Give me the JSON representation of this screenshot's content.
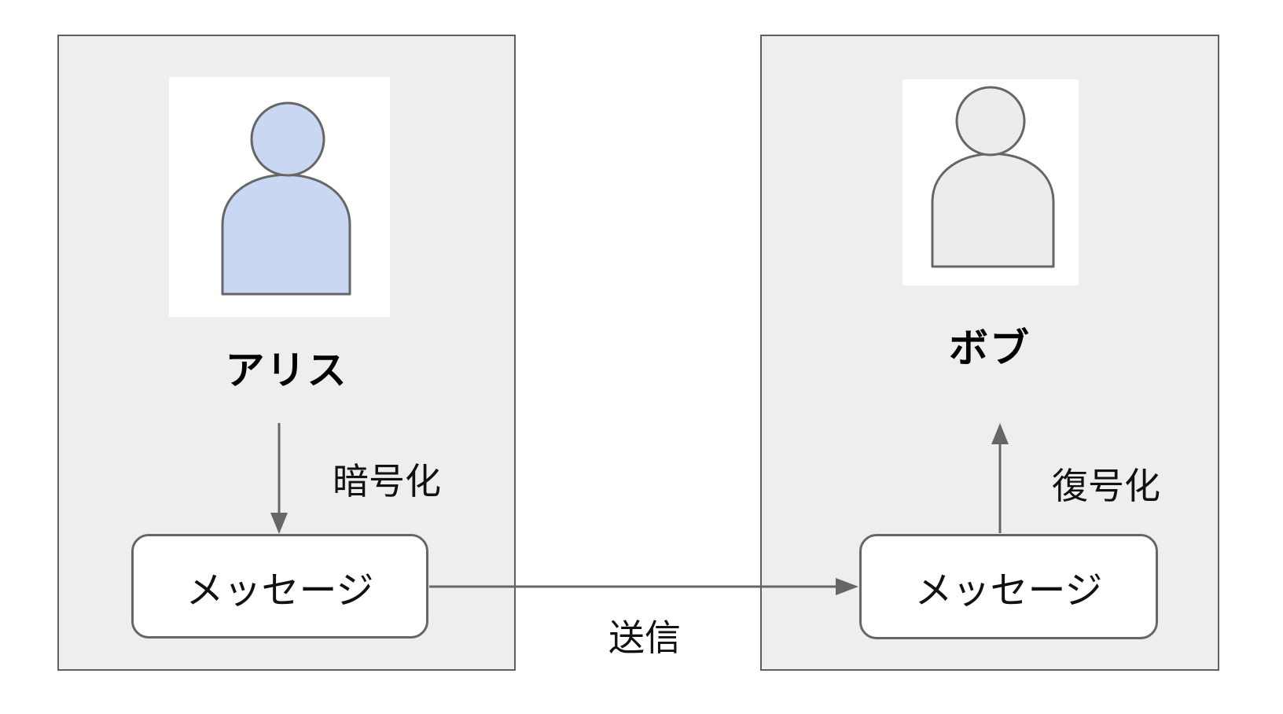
{
  "diagram": {
    "alice": {
      "label": "アリス",
      "process_label": "暗号化",
      "message_label": "メッセージ",
      "person_icon": "person-icon",
      "person_fill": "#c9d7f2"
    },
    "bob": {
      "label": "ボブ",
      "process_label": "復号化",
      "message_label": "メッセージ",
      "person_icon": "person-icon",
      "person_fill": "#ececec"
    },
    "transfer_label": "送信",
    "colors": {
      "panel_fill": "#eeeeee",
      "panel_border": "#5f5f5f",
      "arrow": "#666666",
      "box_border": "#666666",
      "person_stroke": "#666666",
      "text": "#111111"
    }
  }
}
